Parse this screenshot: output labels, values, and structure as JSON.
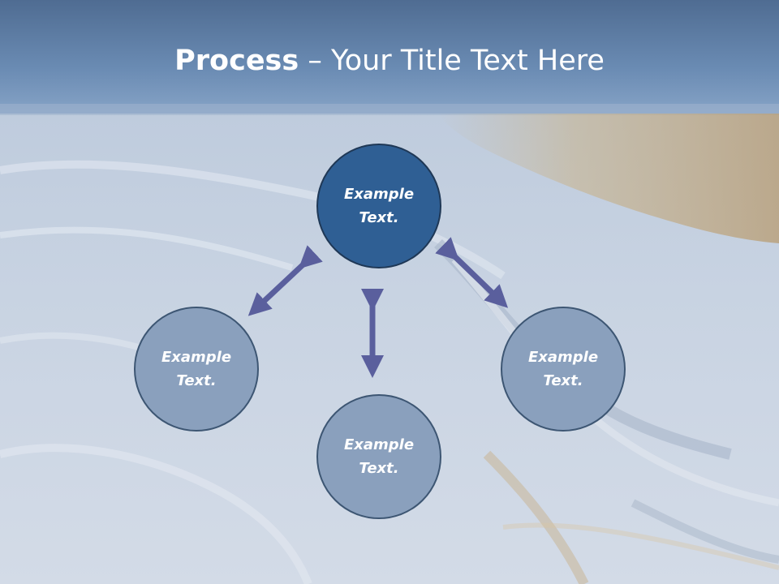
{
  "title": {
    "strong": "Process",
    "dash": " – ",
    "rest": "Your Title Text Here"
  },
  "nodes": {
    "center": {
      "line1": "Example",
      "line2": "Text."
    },
    "left": {
      "line1": "Example",
      "line2": "Text."
    },
    "right": {
      "line1": "Example",
      "line2": "Text."
    },
    "bottom": {
      "line1": "Example",
      "line2": "Text."
    }
  },
  "colors": {
    "center_fill": "#2f5f94",
    "outer_fill": "#8aa0bd",
    "arrow": "#5a5f9d",
    "header_band": "#6e8fb5"
  }
}
